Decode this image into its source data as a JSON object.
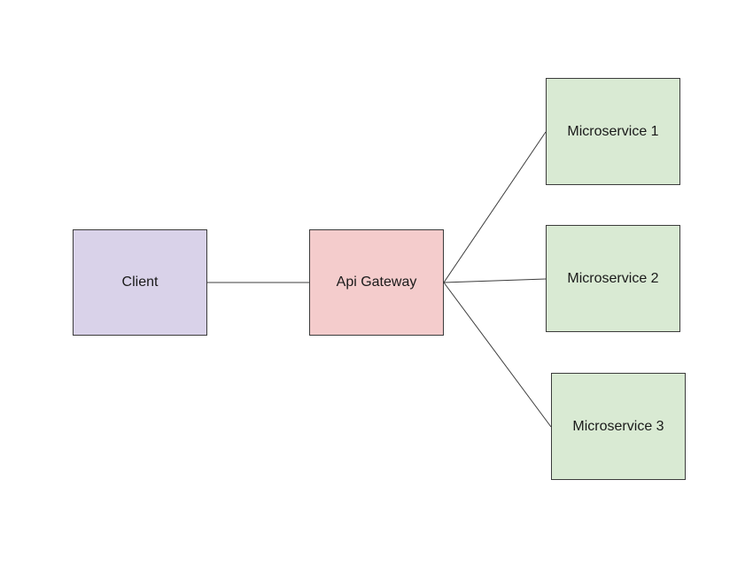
{
  "diagram": {
    "nodes": [
      {
        "id": "client",
        "label": "Client",
        "color": "#d9d2e9"
      },
      {
        "id": "gateway",
        "label": "Api Gateway",
        "color": "#f4cccc"
      },
      {
        "id": "ms1",
        "label": "Microservice 1",
        "color": "#d9ead3"
      },
      {
        "id": "ms2",
        "label": "Microservice 2",
        "color": "#d9ead3"
      },
      {
        "id": "ms3",
        "label": "Microservice 3",
        "color": "#d9ead3"
      }
    ],
    "edges": [
      {
        "from": "client",
        "to": "gateway"
      },
      {
        "from": "gateway",
        "to": "ms1"
      },
      {
        "from": "gateway",
        "to": "ms2"
      },
      {
        "from": "gateway",
        "to": "ms3"
      }
    ],
    "line_color": "#3c3c3c"
  }
}
